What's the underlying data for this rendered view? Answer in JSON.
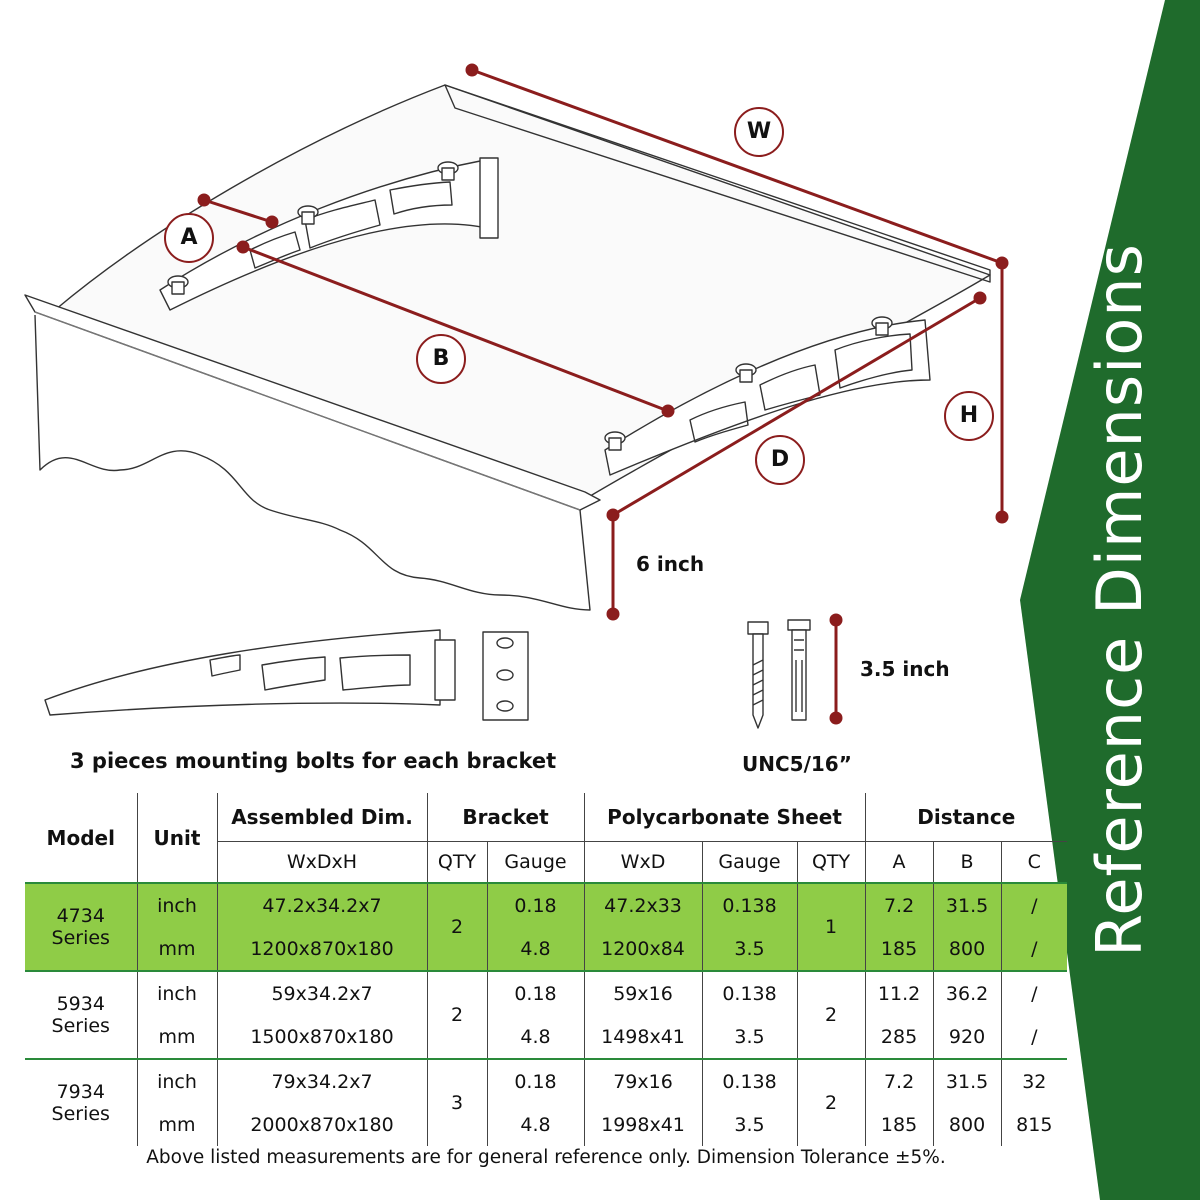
{
  "banner": {
    "text": "Reference Dimensions",
    "color": "#1f6b2c"
  },
  "labels": {
    "W": "W",
    "A": "A",
    "B": "B",
    "D": "D",
    "H": "H",
    "six_inch": "6 inch",
    "three_half_inch": "3.5 inch",
    "bolts_caption": "3 pieces mounting bolts for each bracket",
    "thread": "UNC5/16”"
  },
  "colors": {
    "dimension_line": "#8b1d1d",
    "highlight_row": "#8fcc47",
    "group_rule": "#2a8a3a"
  },
  "table": {
    "header1": {
      "model": "Model",
      "unit": "Unit",
      "assembled": "Assembled Dim.",
      "bracket": "Bracket",
      "sheet": "Polycarbonate Sheet",
      "distance": "Distance"
    },
    "header2": {
      "wxdxh": "WxDxH",
      "qty": "QTY",
      "gauge": "Gauge",
      "wxd": "WxD",
      "sheet_gauge": "Gauge",
      "sheet_qty": "QTY",
      "a": "A",
      "b": "B",
      "c": "C"
    },
    "rows": [
      {
        "model_line1": "4734",
        "model_line2": "Series",
        "bracket_qty": "2",
        "sheet_qty": "1",
        "inch": {
          "unit": "inch",
          "dim": "47.2x34.2x7",
          "gauge": "0.18",
          "wxd": "47.2x33",
          "sheet_gauge": "0.138",
          "a": "7.2",
          "b": "31.5",
          "c": "/"
        },
        "mm": {
          "unit": "mm",
          "dim": "1200x870x180",
          "gauge": "4.8",
          "wxd": "1200x84",
          "sheet_gauge": "3.5",
          "a": "185",
          "b": "800",
          "c": "/"
        }
      },
      {
        "model_line1": "5934",
        "model_line2": "Series",
        "bracket_qty": "2",
        "sheet_qty": "2",
        "inch": {
          "unit": "inch",
          "dim": "59x34.2x7",
          "gauge": "0.18",
          "wxd": "59x16",
          "sheet_gauge": "0.138",
          "a": "11.2",
          "b": "36.2",
          "c": "/"
        },
        "mm": {
          "unit": "mm",
          "dim": "1500x870x180",
          "gauge": "4.8",
          "wxd": "1498x41",
          "sheet_gauge": "3.5",
          "a": "285",
          "b": "920",
          "c": "/"
        }
      },
      {
        "model_line1": "7934",
        "model_line2": "Series",
        "bracket_qty": "3",
        "sheet_qty": "2",
        "inch": {
          "unit": "inch",
          "dim": "79x34.2x7",
          "gauge": "0.18",
          "wxd": "79x16",
          "sheet_gauge": "0.138",
          "a": "7.2",
          "b": "31.5",
          "c": "32"
        },
        "mm": {
          "unit": "mm",
          "dim": "2000x870x180",
          "gauge": "4.8",
          "wxd": "1998x41",
          "sheet_gauge": "3.5",
          "a": "185",
          "b": "800",
          "c": "815"
        }
      }
    ]
  },
  "footnote": "Above listed measurements are for general reference only. Dimension Tolerance ±5%."
}
